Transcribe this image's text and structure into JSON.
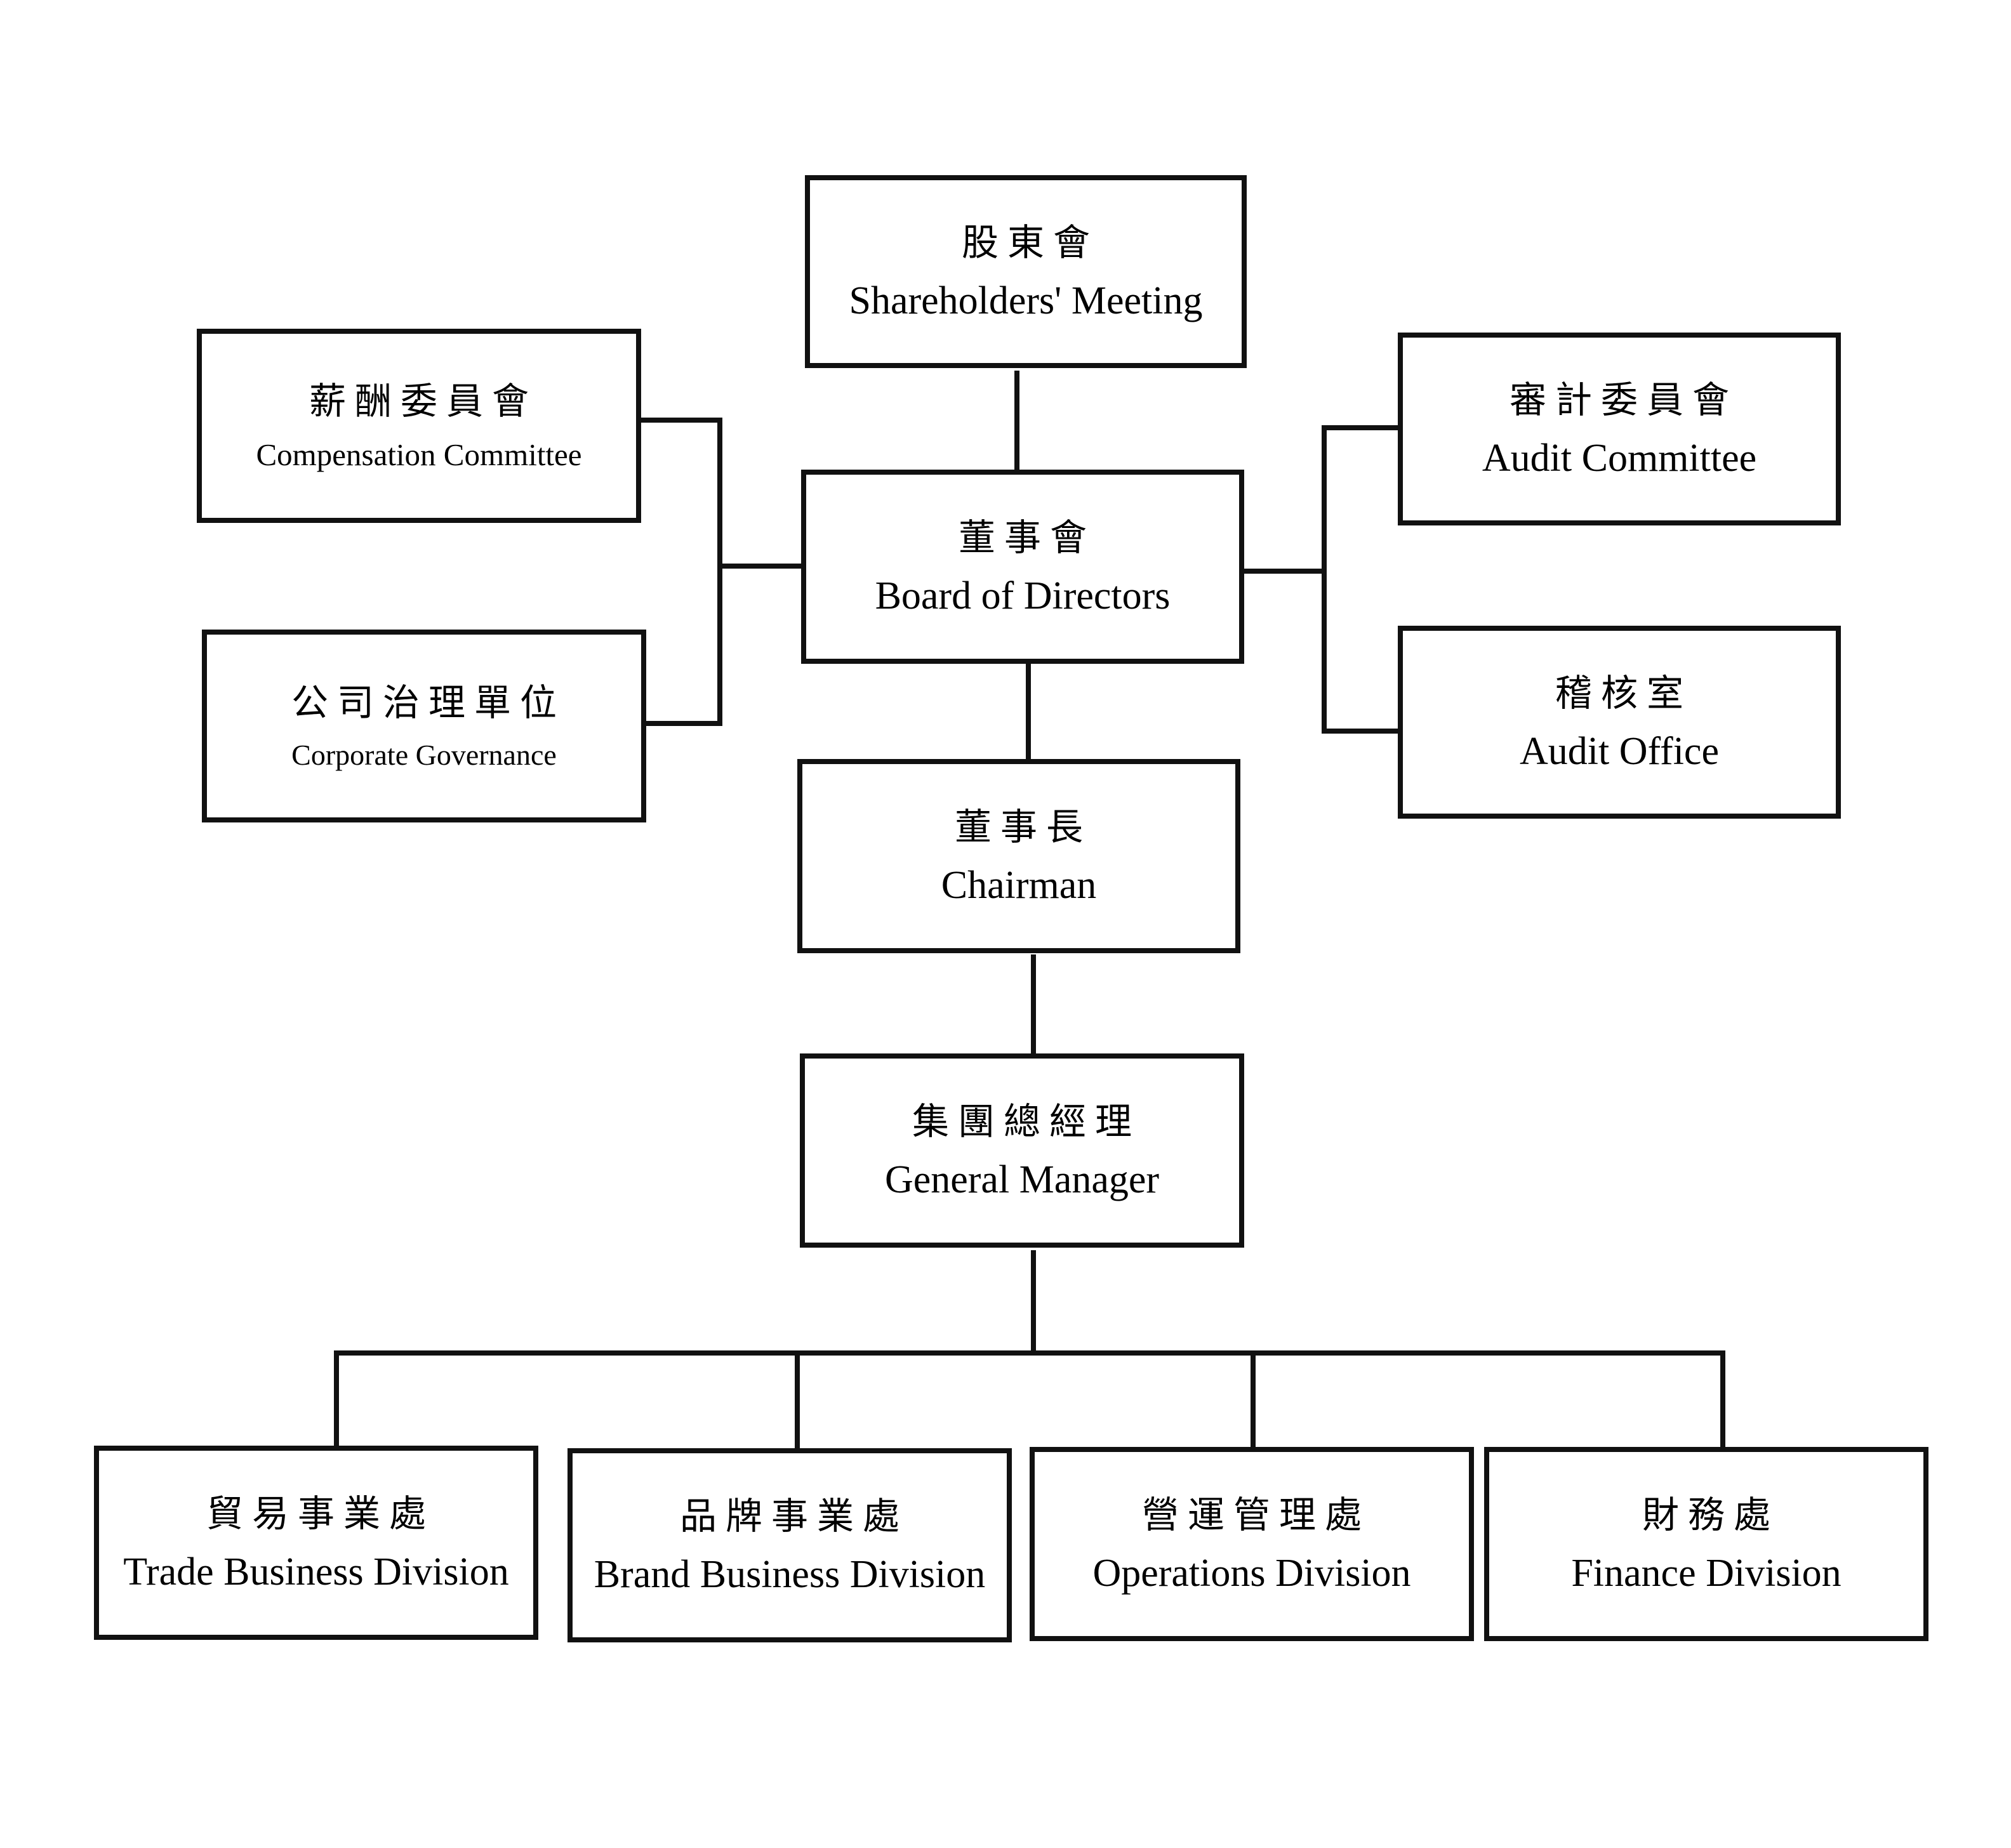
{
  "nodes": {
    "shareholders": {
      "zh": "股東會",
      "en": "Shareholders' Meeting"
    },
    "compensation": {
      "zh": "薪酬委員會",
      "en": "Compensation Committee"
    },
    "governance": {
      "zh": "公司治理單位",
      "en": "Corporate Governance"
    },
    "board": {
      "zh": "董事會",
      "en": "Board of Directors"
    },
    "audit_committee": {
      "zh": "審計委員會",
      "en": "Audit Committee"
    },
    "audit_office": {
      "zh": "稽核室",
      "en": "Audit Office"
    },
    "chairman": {
      "zh": "董事長",
      "en": "Chairman"
    },
    "general_manager": {
      "zh": "集團總經理",
      "en": "General Manager"
    },
    "trade": {
      "zh": "貿易事業處",
      "en": "Trade Business Division"
    },
    "brand": {
      "zh": "品牌事業處",
      "en": "Brand Business Division"
    },
    "operations": {
      "zh": "營運管理處",
      "en": "Operations Division"
    },
    "finance": {
      "zh": "財務處",
      "en": "Finance Division"
    }
  },
  "edges": [
    [
      "shareholders",
      "board"
    ],
    [
      "compensation",
      "board"
    ],
    [
      "governance",
      "board"
    ],
    [
      "board",
      "audit_committee"
    ],
    [
      "board",
      "audit_office"
    ],
    [
      "board",
      "chairman"
    ],
    [
      "chairman",
      "general_manager"
    ],
    [
      "general_manager",
      "trade"
    ],
    [
      "general_manager",
      "brand"
    ],
    [
      "general_manager",
      "operations"
    ],
    [
      "general_manager",
      "finance"
    ]
  ]
}
